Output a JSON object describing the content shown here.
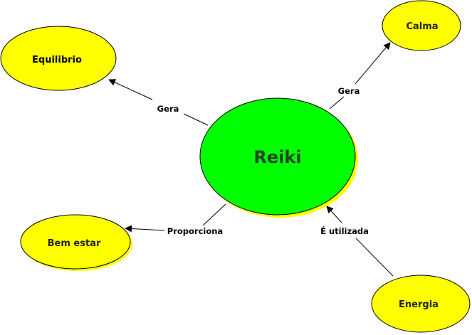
{
  "diagram": {
    "type": "concept-map",
    "center": {
      "id": "reiki",
      "label": "Reiki",
      "fill": "#00ff00",
      "shadow": "#ffff00",
      "text_color": "#224422"
    },
    "nodes": [
      {
        "id": "equilibrio",
        "label": "Equilibrio",
        "fill": "#ffff00"
      },
      {
        "id": "calma",
        "label": "Calma",
        "fill": "#ffff00"
      },
      {
        "id": "bem-estar",
        "label": "Bem estar",
        "fill": "#ffff00"
      },
      {
        "id": "energia",
        "label": "Energia",
        "fill": "#ffff00"
      }
    ],
    "edges": [
      {
        "from": "reiki",
        "to": "equilibrio",
        "label": "Gera"
      },
      {
        "from": "reiki",
        "to": "calma",
        "label": "Gera"
      },
      {
        "from": "reiki",
        "to": "bem-estar",
        "label": "Proporciona"
      },
      {
        "from": "energia",
        "to": "reiki",
        "label": "É utilizada"
      }
    ]
  }
}
